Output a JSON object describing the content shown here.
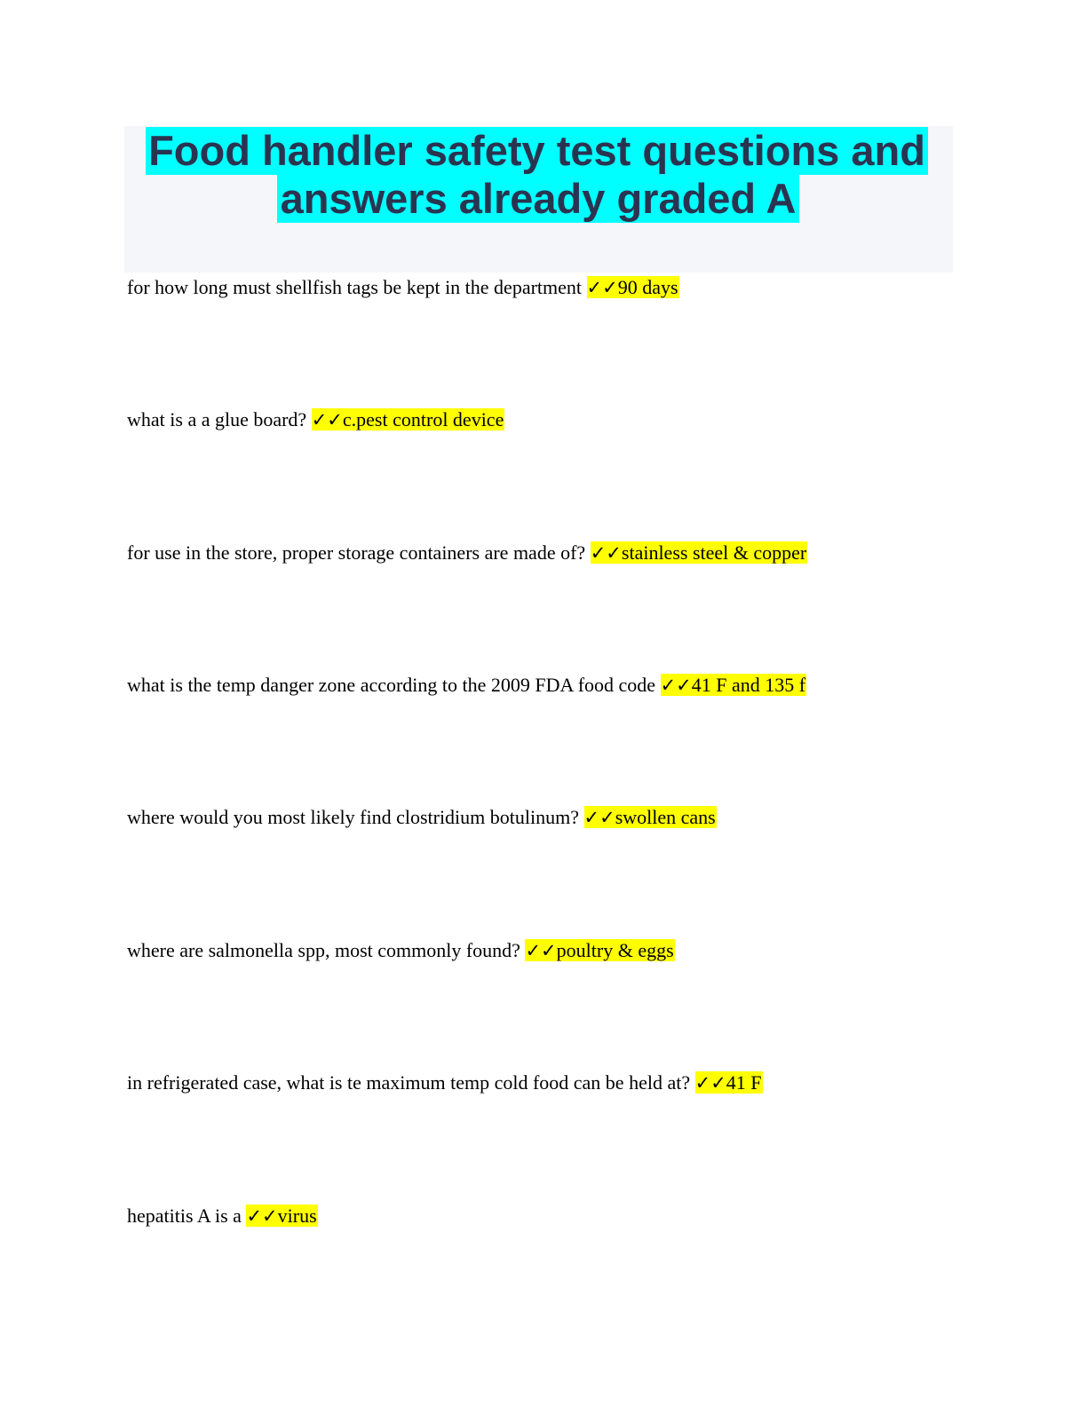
{
  "document": {
    "title_line1": "Food handler safety test questions and",
    "title_line2": "answers already graded A",
    "check_mark": "✓✓",
    "items": [
      {
        "question": "for how long must shellfish tags be kept in the department ",
        "answer": "90 days"
      },
      {
        "question": "what is a a glue board? ",
        "answer": "c.pest control device"
      },
      {
        "question": "for use in the store, proper storage containers are made of? ",
        "answer": "stainless steel & copper"
      },
      {
        "question": "what is the temp danger zone according to the 2009 FDA food code ",
        "answer": "41 F and 135 f"
      },
      {
        "question": "where would you most likely find clostridium botulinum? ",
        "answer": "swollen cans"
      },
      {
        "question": "where are salmonella spp, most commonly found? ",
        "answer": "poultry & eggs"
      },
      {
        "question": "in refrigerated case, what is te maximum temp cold food can be held at? ",
        "answer": "41 F"
      },
      {
        "question": "hepatitis A is a ",
        "answer": "virus"
      }
    ]
  },
  "colors": {
    "title_highlight": "#00ffff",
    "title_text": "#2a3450",
    "title_background": "#f5f6f9",
    "answer_highlight": "#ffff00"
  }
}
